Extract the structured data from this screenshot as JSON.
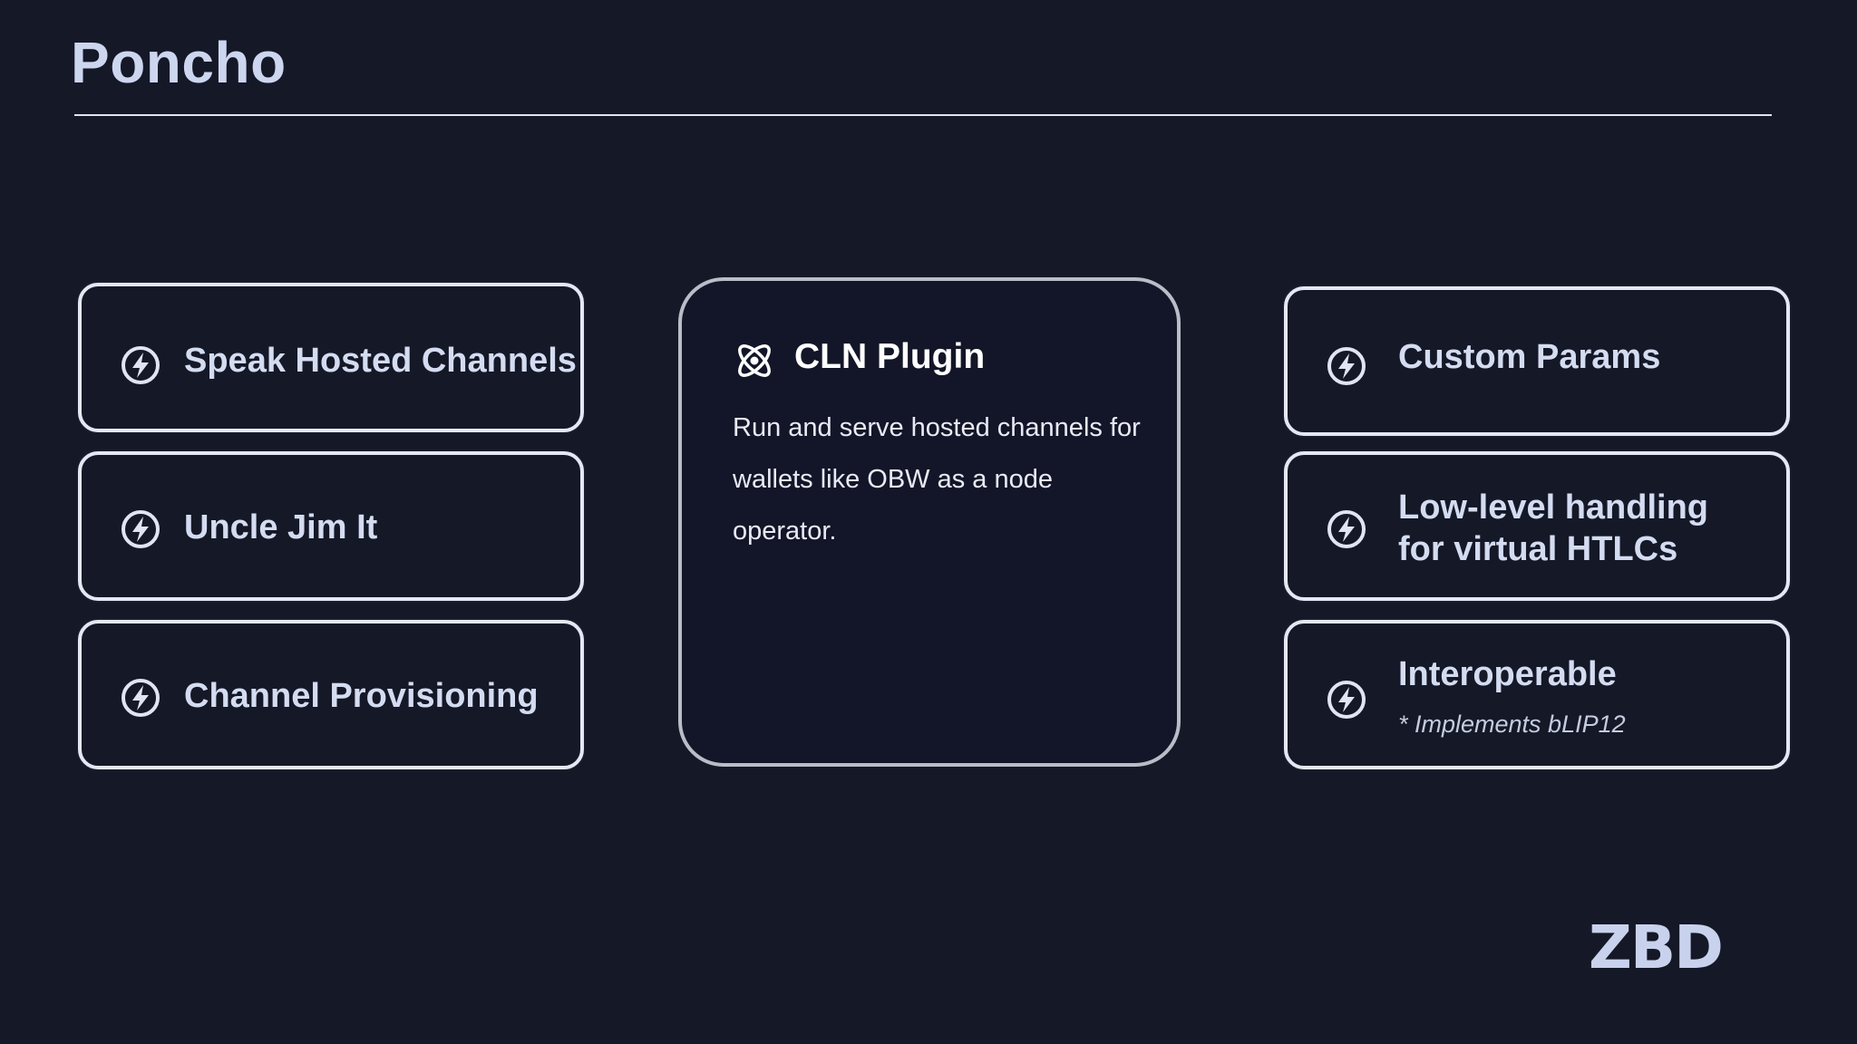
{
  "header": {
    "title": "Poncho"
  },
  "left_cards": [
    {
      "label": "Speak Hosted Channels",
      "icon": "bolt-circle-icon"
    },
    {
      "label": "Uncle Jim It",
      "icon": "bolt-circle-icon"
    },
    {
      "label": "Channel Provisioning",
      "icon": "bolt-circle-icon"
    }
  ],
  "center_card": {
    "icon": "atom-icon",
    "title": "CLN Plugin",
    "description": "Run and serve hosted channels for wallets like OBW as a node operator."
  },
  "right_cards": [
    {
      "label": "Custom Params",
      "icon": "bolt-circle-icon"
    },
    {
      "label_line1": "Low-level handling",
      "label_line2": "for virtual HTLCs",
      "icon": "bolt-circle-icon"
    },
    {
      "label": "Interoperable",
      "sublabel": "* Implements bLIP12",
      "icon": "bolt-circle-icon"
    }
  ],
  "logo": {
    "text": "ZBD"
  },
  "colors": {
    "background": "#151827",
    "card_border": "#e4e8f4",
    "text": "#d4dcf1"
  }
}
